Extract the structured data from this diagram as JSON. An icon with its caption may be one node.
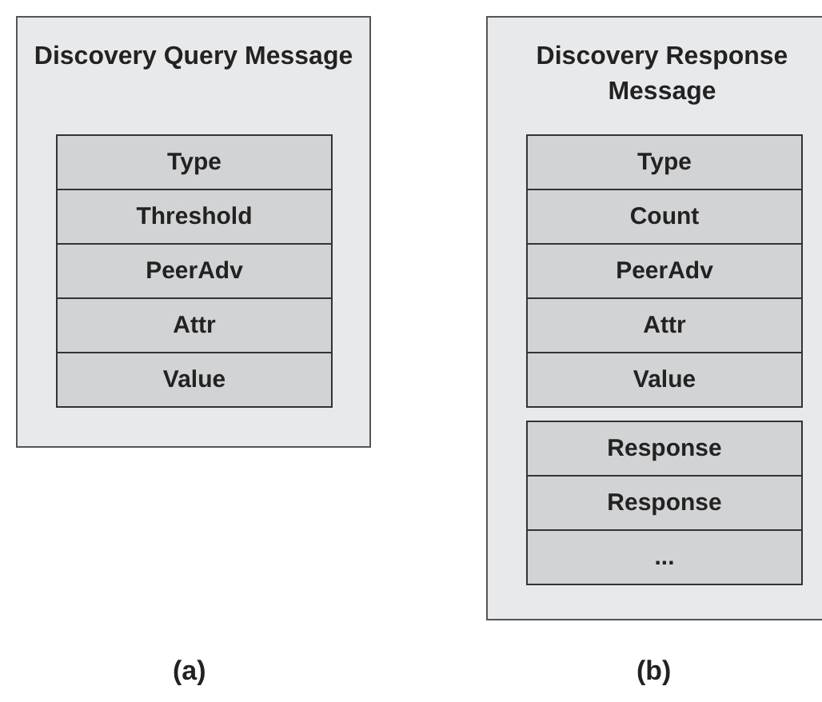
{
  "diagram": {
    "nodes": [
      {
        "text": [
          "Discovery Query Message"
        ]
      },
      {
        "text": [
          "Type"
        ],
        "in": 0
      },
      {
        "text": [
          "Threshold"
        ],
        "in": 0
      },
      {
        "text": [
          "PeerAdv"
        ],
        "in": 0
      },
      {
        "text": [
          "Attr"
        ],
        "in": 0
      },
      {
        "text": [
          "Value"
        ],
        "in": 0
      },
      {
        "text": [
          "Discovery Response Message"
        ]
      },
      {
        "text": [
          "Type"
        ],
        "in": 6
      },
      {
        "text": [
          "Count"
        ],
        "in": 6
      },
      {
        "text": [
          "PeerAdv"
        ],
        "in": 6
      },
      {
        "text": [
          "Attr"
        ],
        "in": 6
      },
      {
        "text": [
          "Value"
        ],
        "in": 6
      },
      {
        "text": [
          "Response"
        ],
        "in": 6
      },
      {
        "text": [
          "Response"
        ],
        "in": 6
      },
      {
        "text": [
          "..."
        ],
        "in": 6
      }
    ],
    "labels": [
      "(a)",
      "(b)"
    ]
  }
}
